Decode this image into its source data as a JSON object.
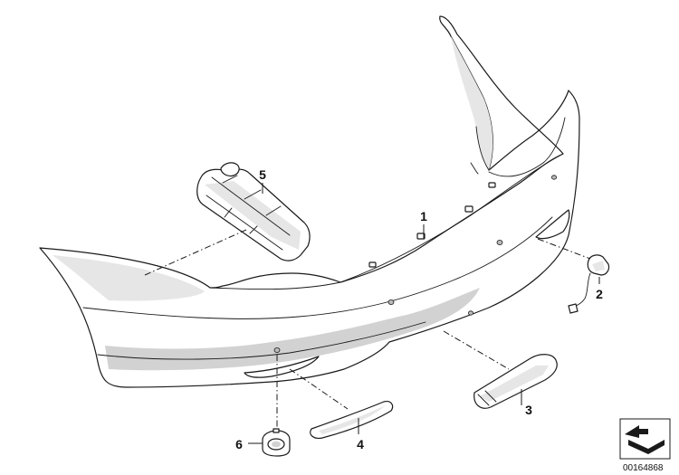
{
  "diagram": {
    "callouts": [
      {
        "id": "1",
        "label": "1"
      },
      {
        "id": "2",
        "label": "2"
      },
      {
        "id": "3",
        "label": "3"
      },
      {
        "id": "4",
        "label": "4"
      },
      {
        "id": "5",
        "label": "5"
      },
      {
        "id": "6",
        "label": "6"
      }
    ],
    "reference_number": "00164868"
  }
}
